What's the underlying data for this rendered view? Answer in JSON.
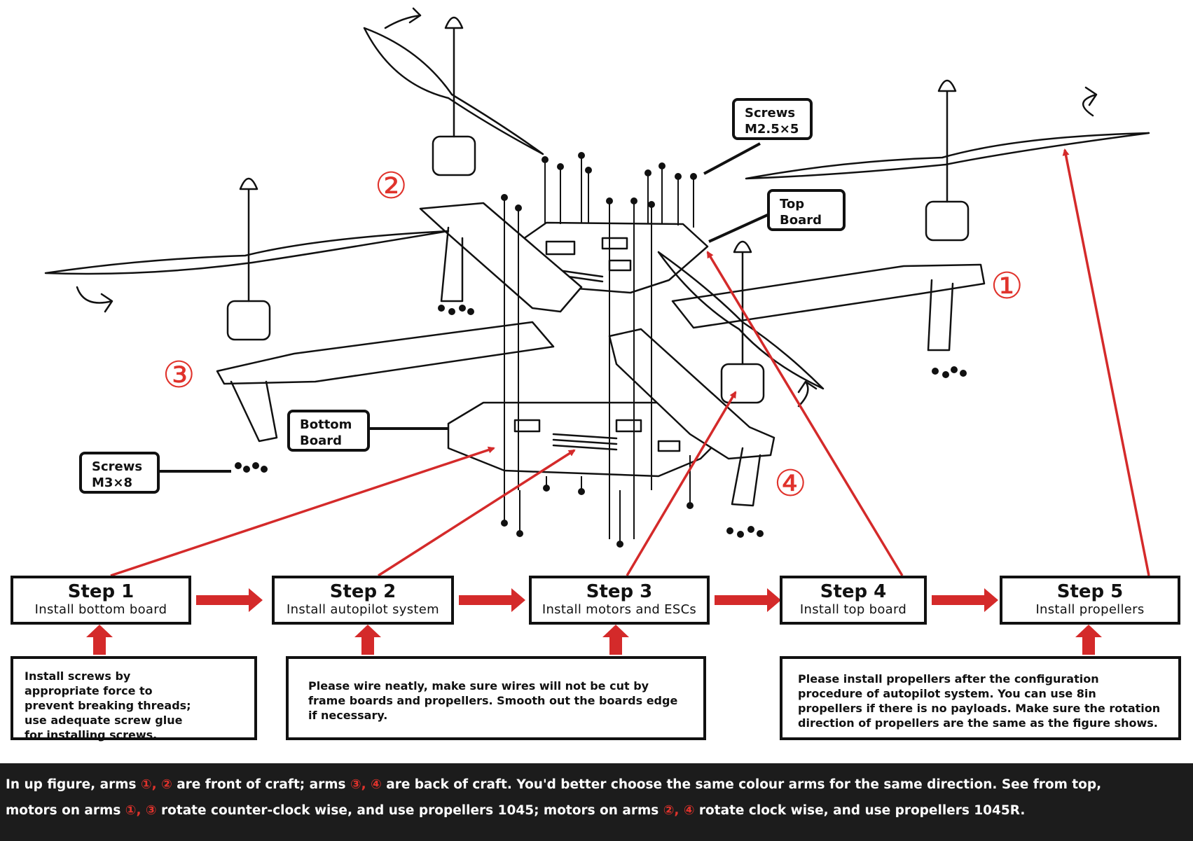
{
  "labels": {
    "screws_top": [
      "Screws",
      "M2.5×5"
    ],
    "top_board": [
      "Top",
      "Board"
    ],
    "bottom_board": [
      "Bottom",
      "Board"
    ],
    "screws_bottom": [
      "Screws",
      "M3×8"
    ]
  },
  "arm_numbers": [
    "①",
    "②",
    "③",
    "④"
  ],
  "steps": [
    {
      "title": "Step 1",
      "subtitle": "Install bottom board"
    },
    {
      "title": "Step 2",
      "subtitle": "Install autopilot system"
    },
    {
      "title": "Step 3",
      "subtitle": "Install motors and ESCs"
    },
    {
      "title": "Step 4",
      "subtitle": "Install top board"
    },
    {
      "title": "Step 5",
      "subtitle": "Install propellers"
    }
  ],
  "notes": {
    "screws": "Install screws by appropriate force to prevent breaking threads; use adequate screw glue for installing screws.",
    "wiring": "Please wire neatly, make sure wires will not be cut by frame boards and propellers. Smooth out the boards edge if necessary.",
    "propellers": "Please install propellers after the configuration procedure of autopilot system. You can use 8in propellers if there is no payloads. Make sure the rotation direction of propellers are the same as the figure shows."
  },
  "footer": {
    "line1_a": "In up figure, arms ",
    "line1_arms1": "①, ②",
    "line1_b": " are front of craft; arms ",
    "line1_arms2": "③, ④",
    "line1_c": " are back of craft. You'd better choose the same colour arms for the same direction.  See from top,",
    "line2_a": "motors on arms ",
    "line2_arms1": "①, ③",
    "line2_b": " rotate counter-clock wise, and use propellers 1045; motors on arms ",
    "line2_arms2": "②, ④",
    "line2_c": "  rotate clock wise, and use propellers 1045R."
  },
  "colors": {
    "accent_red": "#e0332c",
    "footer_bg": "#1c1c1c",
    "line": "#111111"
  }
}
